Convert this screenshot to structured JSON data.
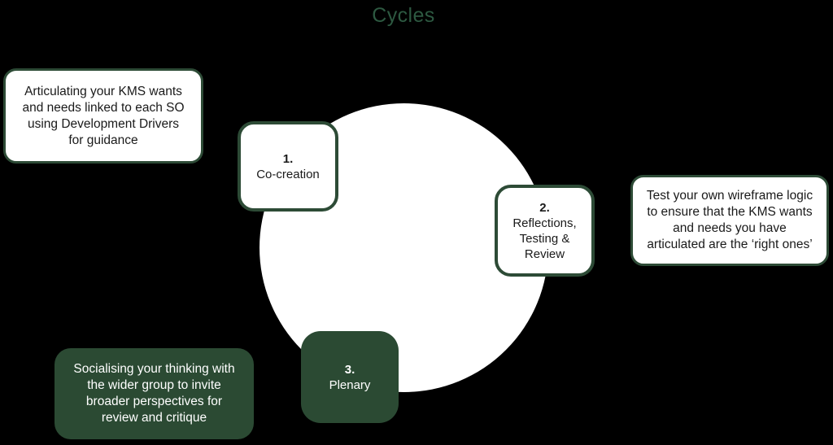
{
  "title": "Cycles",
  "colors": {
    "background": "#000000",
    "green": "#2b4a33",
    "border_green": "#2d4b36",
    "title_green": "#2d5941",
    "text_dark": "#1a1a1a",
    "white": "#ffffff"
  },
  "steps": [
    {
      "number": "1.",
      "label_lines": [
        "Co-creation"
      ],
      "variant": "outline"
    },
    {
      "number": "2.",
      "label_lines": [
        "Reflections,",
        "Testing &",
        "Review"
      ],
      "variant": "outline"
    },
    {
      "number": "3.",
      "label_lines": [
        "Plenary"
      ],
      "variant": "solid"
    }
  ],
  "callouts": [
    {
      "position": "top-left",
      "variant": "white",
      "lines": [
        "Articulating your KMS wants",
        "and needs linked to each SO",
        "using Development Drivers",
        "for guidance"
      ]
    },
    {
      "position": "right",
      "variant": "white",
      "lines": [
        "Test your own wireframe logic",
        "to ensure that the KMS wants",
        "and needs you have",
        "articulated are the ‘right ones’"
      ]
    },
    {
      "position": "bottom-left",
      "variant": "green",
      "lines": [
        "Socialising your thinking with",
        "the wider group to invite",
        "broader perspectives for",
        "review and critique"
      ]
    }
  ]
}
